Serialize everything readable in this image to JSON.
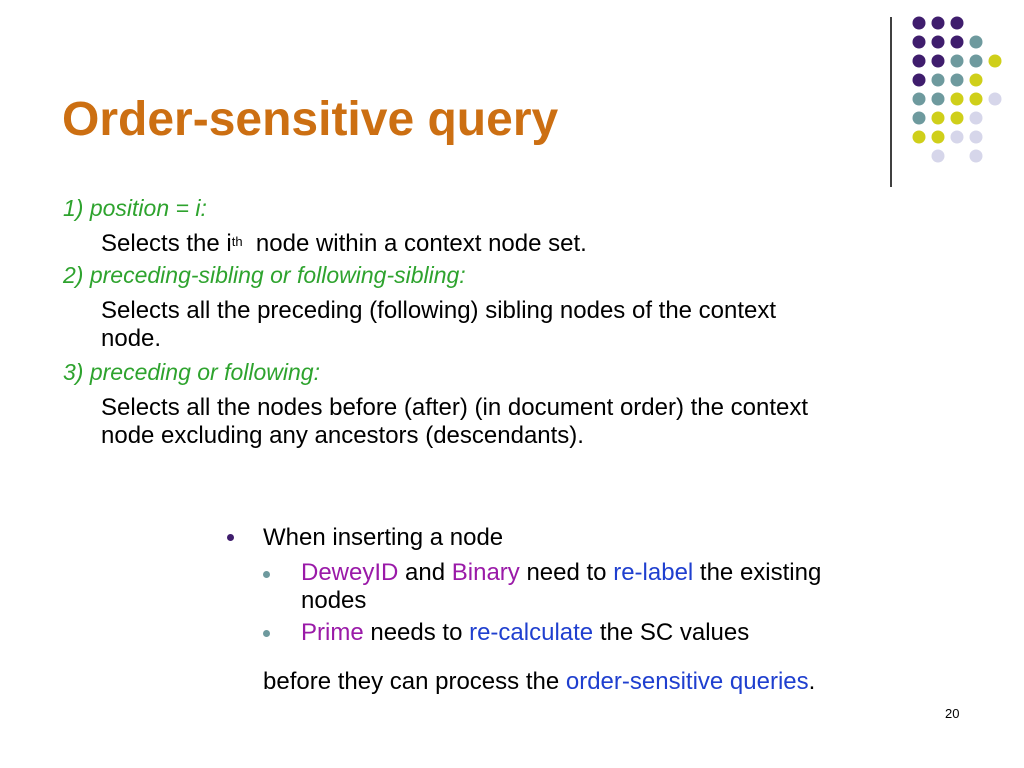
{
  "slide": {
    "title": "Order-sensitive query",
    "page_number": "20"
  },
  "items": [
    {
      "heading": "1) position = i:",
      "desc_pre": "Selects the i",
      "desc_sup": "th",
      "desc_post": "  node within a context node set."
    },
    {
      "heading": "2) preceding-sibling or following-sibling:",
      "desc_line1": "Selects all the preceding (following) sibling nodes of the context",
      "desc_line2": "node."
    },
    {
      "heading": "3) preceding or following:",
      "desc_line1": "Selects all the nodes before (after) (in document order) the context",
      "desc_line2": "node excluding any ancestors (descendants)."
    }
  ],
  "bullets": {
    "main": "When inserting a node",
    "sub1": {
      "term1": "DeweyID",
      "and": " and ",
      "term2": "Binary",
      "mid": " need to ",
      "action": "re-label",
      "tail": " the existing",
      "line2": "nodes"
    },
    "sub2": {
      "term": "Prime",
      "mid": " needs to ",
      "action": "re-calculate",
      "tail": " the SC values"
    },
    "conclusion": {
      "pre": "before they can process the ",
      "link": "order-sensitive queries",
      "post": "."
    }
  },
  "colors": {
    "title": "#cc6f12",
    "heading": "#2ea32e",
    "term": "#9a1aa8",
    "action": "#1f3fcf",
    "dot_purple": "#3f1d6d",
    "dot_teal": "#6e9a9e",
    "dot_yellow": "#cfcf1a",
    "dot_lavender": "#d6d6ea"
  }
}
